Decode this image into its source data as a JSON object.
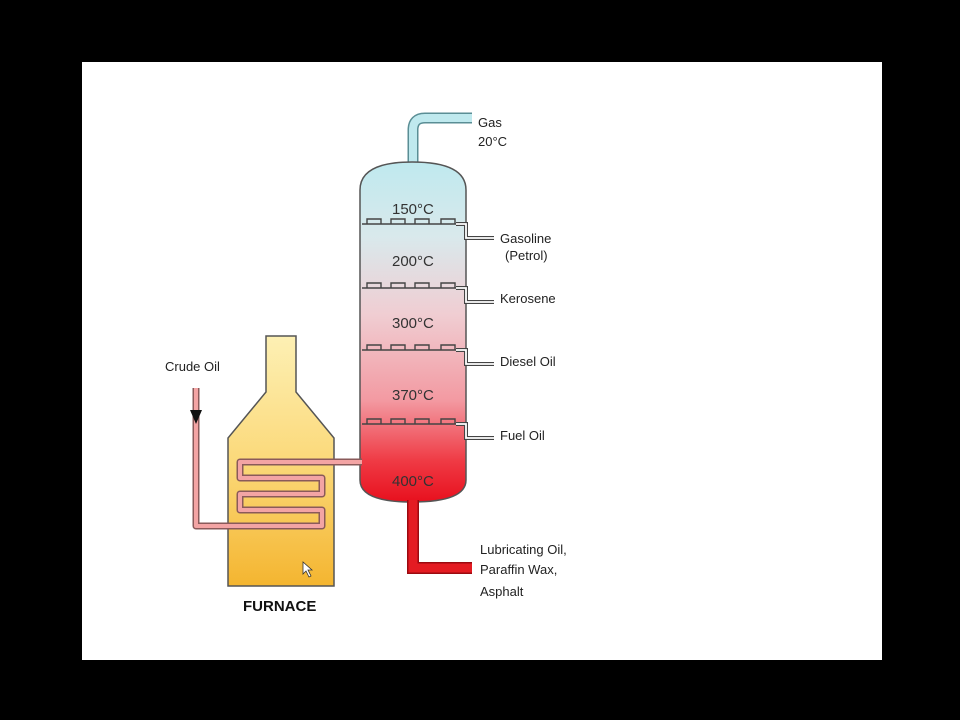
{
  "colors": {
    "background": "#000000",
    "canvas": "#ffffff",
    "column_top": "#bfe9ee",
    "column_mid": "#f1c9cf",
    "column_bottom": "#e8101e",
    "furnace_top": "#fde8a3",
    "furnace_bottom": "#f4b530",
    "gas_pipe": "#bfe9ee",
    "residue_pipe": "#e41b22",
    "coil_pipe": "#f08a8a"
  },
  "furnace": {
    "label": "FURNACE",
    "input_label": "Crude Oil"
  },
  "column": {
    "top_output": {
      "label": "Gas",
      "temp": "20°C"
    },
    "stages": [
      {
        "temp": "150°C",
        "product": "Gasoline",
        "product_line2": "(Petrol)"
      },
      {
        "temp": "200°C",
        "product": "Kerosene",
        "product_line2": ""
      },
      {
        "temp": "300°C",
        "product": "Diesel Oil",
        "product_line2": ""
      },
      {
        "temp": "370°C",
        "product": "Fuel Oil",
        "product_line2": ""
      }
    ],
    "bottom_temp": "400°C",
    "bottom_output": {
      "line1": "Lubricating Oil,",
      "line2": "Paraffin Wax,",
      "line3": "Asphalt"
    }
  }
}
